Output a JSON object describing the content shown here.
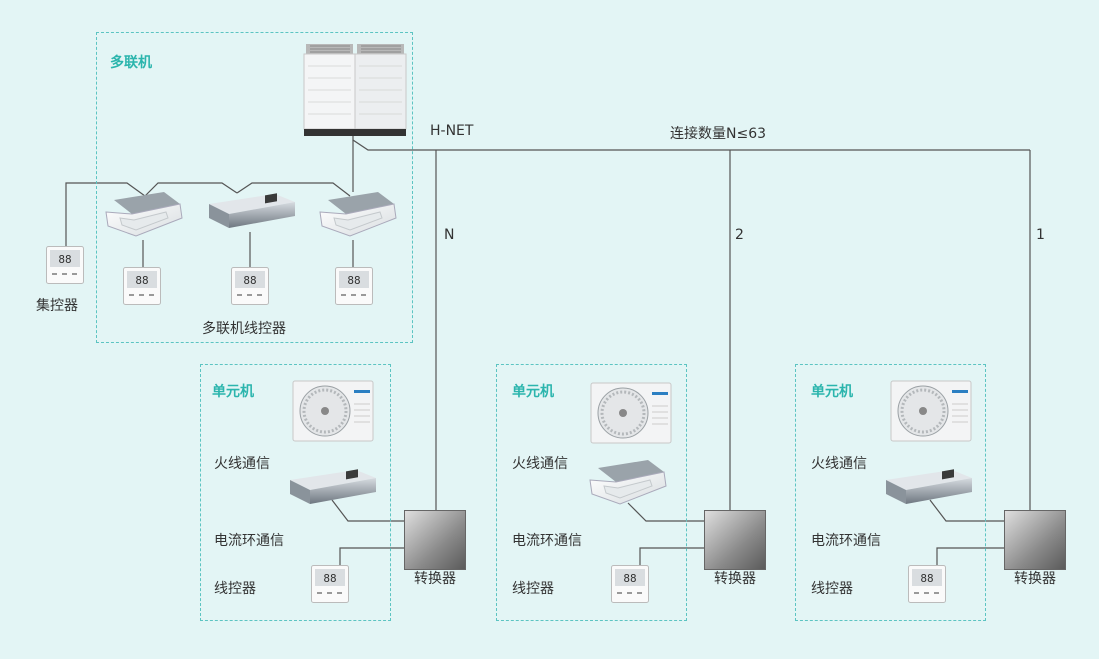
{
  "labels": {
    "vrf_group": "多联机",
    "hnet": "H-NET",
    "count": "连接数量N≤63",
    "n": "N",
    "two": "2",
    "one": "1",
    "central": "集控器",
    "vrf_ctrl": "多联机线控器",
    "unit_group": "单元机",
    "fire": "火线通信",
    "current": "电流环通信",
    "wired": "线控器",
    "converter": "转换器"
  },
  "colors": {
    "accent": "#2bb5ad",
    "background": "#e3f5f5",
    "dashed_border": "#5cc4c2",
    "line": "#555555"
  },
  "icons": {
    "outdoor_vrf": "vrf-outdoor-unit-icon",
    "cassette": "cassette-indoor-unit-icon",
    "duct": "duct-indoor-unit-icon",
    "controller": "wired-controller-icon",
    "split_outdoor": "split-outdoor-unit-icon",
    "converter": "converter-box-icon"
  }
}
